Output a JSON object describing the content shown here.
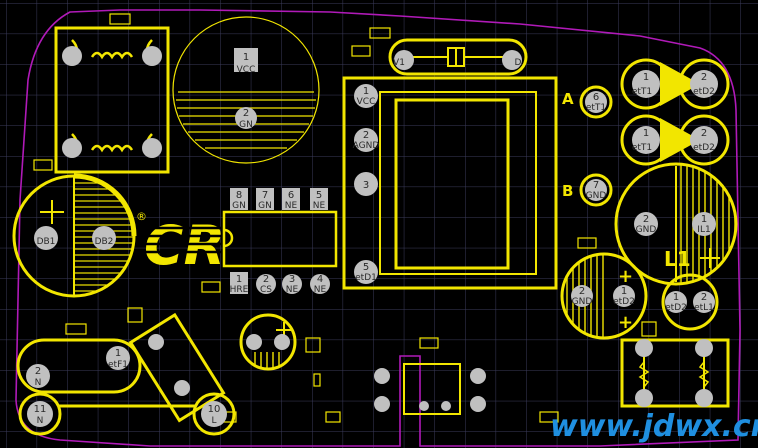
{
  "colors": {
    "background": "#000000",
    "grid": "#3c3c5c",
    "silkscreen": "#f2e600",
    "board_outline": "#b01ab8",
    "pad": "#c0c0c0",
    "watermark": "#1f8fe0"
  },
  "logo_text": "CR",
  "registered_mark": "®",
  "board_markings": {
    "a": "A",
    "b": "B",
    "l1": "L1"
  },
  "watermark": "www.jdwx.cn",
  "pads": {
    "j1_num": "1",
    "j1_label": "VCC",
    "j2_num": "2",
    "j2_label": "GN",
    "t1_1_num": "1",
    "t1_1_label": "VCC",
    "t1_2_num": "2",
    "t1_2_label": "AGND",
    "t1_3_num": "3",
    "t1_5_num": "5",
    "t1_5_label": "etD1",
    "t1_6_num": "6",
    "t1_6_label": "etT1",
    "t1_7_num": "7",
    "t1_7_label": "GND",
    "ic_8_num": "8",
    "ic_8_label": "GN",
    "ic_7_num": "7",
    "ic_7_label": "GN",
    "ic_6_num": "6",
    "ic_6_label": "NE",
    "ic_5_num": "5",
    "ic_5_label": "NE",
    "ic_1_num": "1",
    "ic_1_label": "HRE",
    "ic_2_num": "2",
    "ic_2_label": "CS",
    "ic_3_num": "3",
    "ic_3_label": "NE",
    "ic_4_num": "4",
    "ic_4_label": "NE",
    "cap_l_1": "DB1",
    "cap_l_2": "DB2",
    "cap_r_2_num": "2",
    "cap_r_2_label": "GND",
    "cap_r_1_num": "1",
    "cap_r_1_label": "IL1",
    "d1_1_num": "1",
    "d1_1_label": "etT1",
    "d1_2_num": "2",
    "d1_2_label": "etD2",
    "d2_1_num": "1",
    "d2_1_label": "etT1",
    "d2_2_num": "2",
    "d2_2_label": "etD2",
    "c3_2_num": "2",
    "c3_2_label": "GND",
    "c3_1_num": "1",
    "c3_1_label": "etD2",
    "c4_1_num": "1",
    "c4_1_label": "etD2",
    "c4_2_num": "2",
    "c4_2_label": "etL1",
    "f1_2_num": "2",
    "f1_2_label": "N",
    "f1_1_num": "1",
    "f1_1_label": "etF1",
    "ac_11_num": "11",
    "ac_11_label": "N",
    "ac_10_num": "10",
    "ac_10_label": "L",
    "r_1_label": "V1",
    "r_2_label": "D"
  }
}
